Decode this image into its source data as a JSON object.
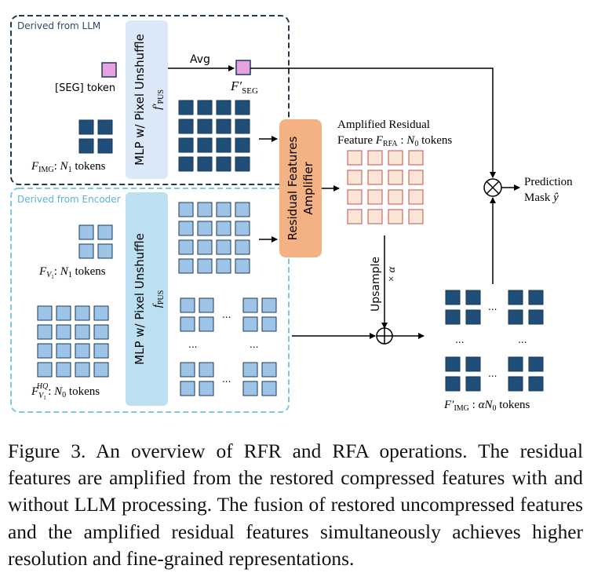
{
  "diagram": {
    "llm_box_label": "Derived from LLM",
    "encoder_box_label": "Derived from Encoder",
    "mlp_top_label": "MLP w/ Pixel Unshuffle",
    "mlp_top_sub": "f′PUS",
    "mlp_bottom_label": "MLP w/ Pixel Unshuffle",
    "mlp_bottom_sub": "fPUS",
    "seg_token_label": "[SEG] token",
    "avg_label": "Avg",
    "fseg_label": "F′SEG",
    "fimg_label": "FIMG: N1 tokens",
    "fv1_label": "FV1: N1 tokens",
    "fv1hq_label": "FV1HQ: N0 tokens",
    "rfa_label": "Residual Features Amplifier",
    "amplified_label_line1": "Amplified Residual",
    "amplified_label_line2": "Feature FRFA : N0 tokens",
    "upsample_label": "Upsample",
    "alpha_label": "× α",
    "prediction_label_line1": "Prediction",
    "prediction_label_line2": "Mask ŷ",
    "fimg_out_label": "F′IMG : αN0 tokens",
    "ellipsis": "...",
    "colors": {
      "llm_border": "#1f3b57",
      "encoder_border": "#7ec8e3",
      "encoder_text": "#5bb3d6",
      "llm_text": "#2c4a6a",
      "dark_token": "#1f4e79",
      "light_token": "#9dc3e6",
      "token_border": "#1a3a5c",
      "seg_token": "#e8a0e0",
      "rfa_fill": "#f4b183",
      "rfa_token": "#fbe5d6",
      "rfa_token_border": "#c0504d",
      "mlp_top_fill": "#dae8f7",
      "mlp_bottom_fill": "#bcdff2"
    }
  },
  "caption": "Figure 3. An overview of RFR and RFA operations. The residual features are amplified from the restored compressed features with and without LLM processing. The fusion of restored uncompressed features and the amplified residual features simultaneously achieves higher resolution and fine-grained representations."
}
